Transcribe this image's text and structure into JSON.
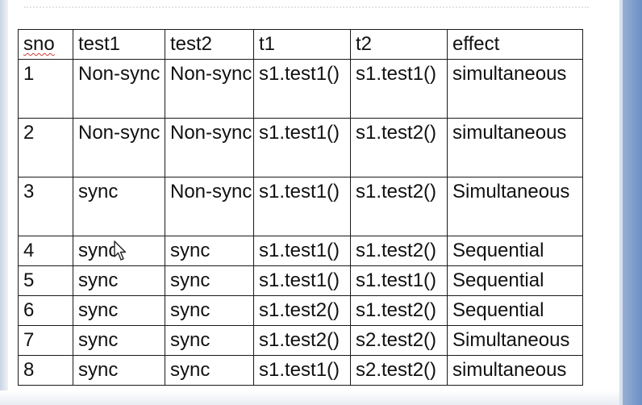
{
  "table": {
    "headers": [
      "sno",
      "test1",
      "test2",
      "t1",
      "t2",
      "effect"
    ],
    "rows": [
      {
        "sno": "1",
        "test1": "Non-sync",
        "test2": "Non-sync",
        "t1": "s1.test1()",
        "t2": "s1.test1()",
        "effect": "simultaneous"
      },
      {
        "sno": "2",
        "test1": "Non-sync",
        "test2": "Non-sync",
        "t1": "s1.test1()",
        "t2": "s1.test2()",
        "effect": "simultaneous"
      },
      {
        "sno": "3",
        "test1": "sync",
        "test2": "Non-sync",
        "t1": "s1.test1()",
        "t2": "s1.test2()",
        "effect": "Simultaneous"
      },
      {
        "sno": "4",
        "test1": "sync",
        "test2": "sync",
        "t1": "s1.test1()",
        "t2": "s1.test2()",
        "effect": "Sequential"
      },
      {
        "sno": "5",
        "test1": "sync",
        "test2": "sync",
        "t1": "s1.test1()",
        "t2": "s1.test1()",
        "effect": "Sequential"
      },
      {
        "sno": "6",
        "test1": "sync",
        "test2": "sync",
        "t1": "s1.test2()",
        "t2": "s1.test2()",
        "effect": "Sequential"
      },
      {
        "sno": "7",
        "test1": "sync",
        "test2": "sync",
        "t1": "s1.test2()",
        "t2": "s2.test2()",
        "effect": "Simultaneous"
      },
      {
        "sno": "8",
        "test1": "sync",
        "test2": "sync",
        "t1": "s1.test1()",
        "t2": "s2.test2()",
        "effect": "simultaneous"
      }
    ]
  },
  "icons": {
    "cursor": "mouse-pointer-icon"
  }
}
